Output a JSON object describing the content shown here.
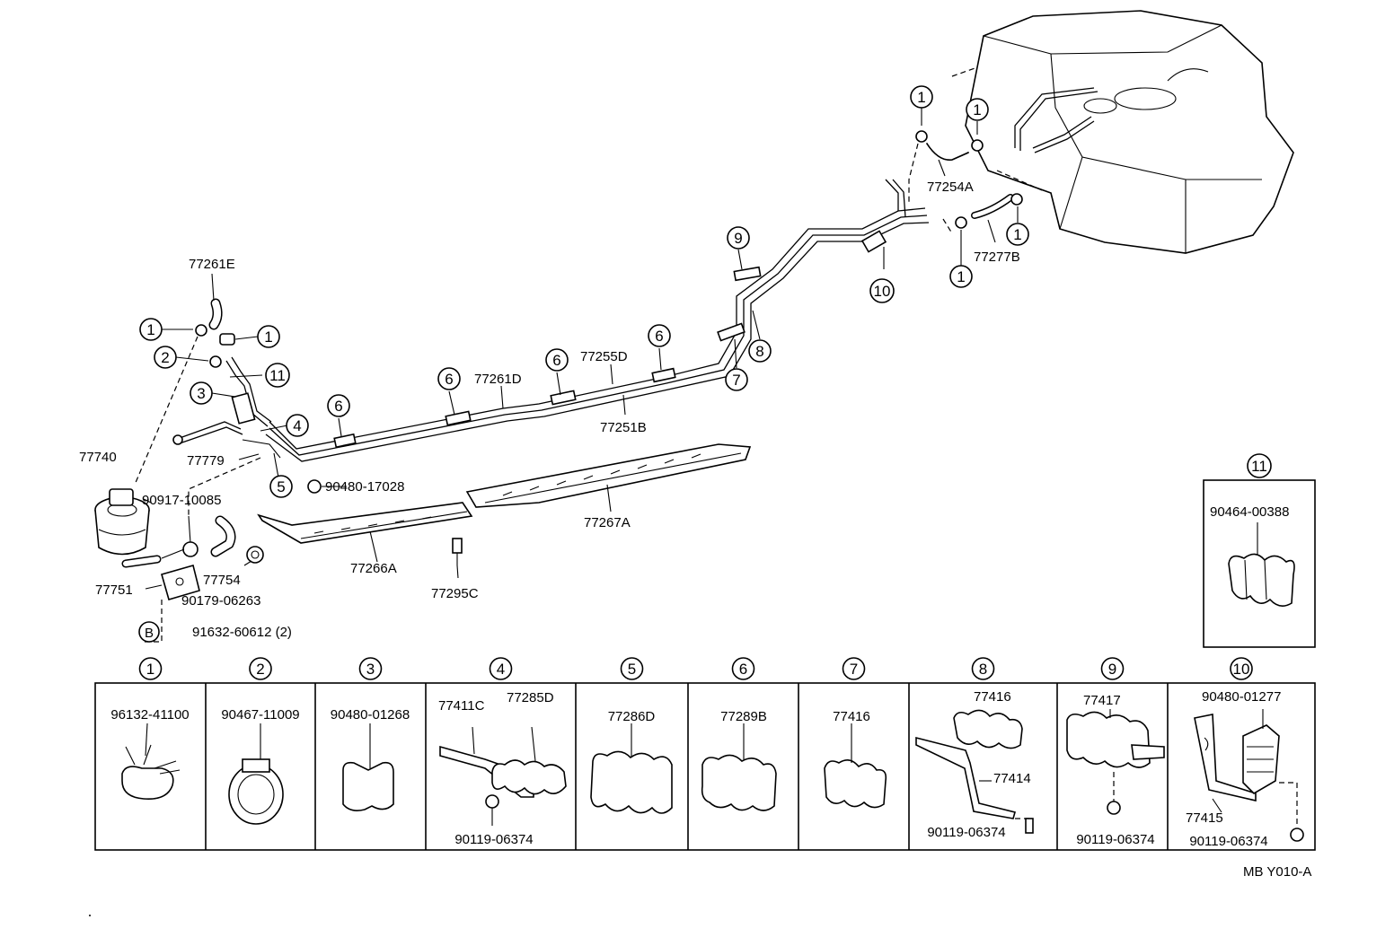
{
  "parts": {
    "p77261E": "77261E",
    "p77740": "77740",
    "p77779": "77779",
    "p90917_10085": "90917-10085",
    "p77754": "77754",
    "p77751": "77751",
    "p90179_06263": "90179-06263",
    "p91632_60612": "91632-60612 (2)",
    "p90480_17028": "90480-17028",
    "p77266A": "77266A",
    "p77267A": "77267A",
    "p77295C": "77295C",
    "p77261D": "77261D",
    "p77255D": "77255D",
    "p77251B": "77251B",
    "p77254A": "77254A",
    "p77277B": "77277B",
    "p90464_00388": "90464-00388"
  },
  "callouts": {
    "c1": "1",
    "c2": "2",
    "c3": "3",
    "c4": "4",
    "c5": "5",
    "c6": "6",
    "c7": "7",
    "c8": "8",
    "c9": "9",
    "c10": "10",
    "c11": "11",
    "cB": "B"
  },
  "table": [
    {
      "num": "1",
      "parts": [
        "96132-41100"
      ]
    },
    {
      "num": "2",
      "parts": [
        "90467-11009"
      ]
    },
    {
      "num": "3",
      "parts": [
        "90480-01268"
      ]
    },
    {
      "num": "4",
      "parts": [
        "77411C",
        "77285D",
        "90119-06374"
      ]
    },
    {
      "num": "5",
      "parts": [
        "77286D"
      ]
    },
    {
      "num": "6",
      "parts": [
        "77289B"
      ]
    },
    {
      "num": "7",
      "parts": [
        "77416"
      ]
    },
    {
      "num": "8",
      "parts": [
        "77416",
        "77414",
        "90119-06374"
      ]
    },
    {
      "num": "9",
      "parts": [
        "77417",
        "90119-06374"
      ]
    },
    {
      "num": "10",
      "parts": [
        "90480-01277",
        "77415",
        "90119-06374"
      ]
    }
  ],
  "inset_num": "11",
  "code": "MB Y010-A"
}
